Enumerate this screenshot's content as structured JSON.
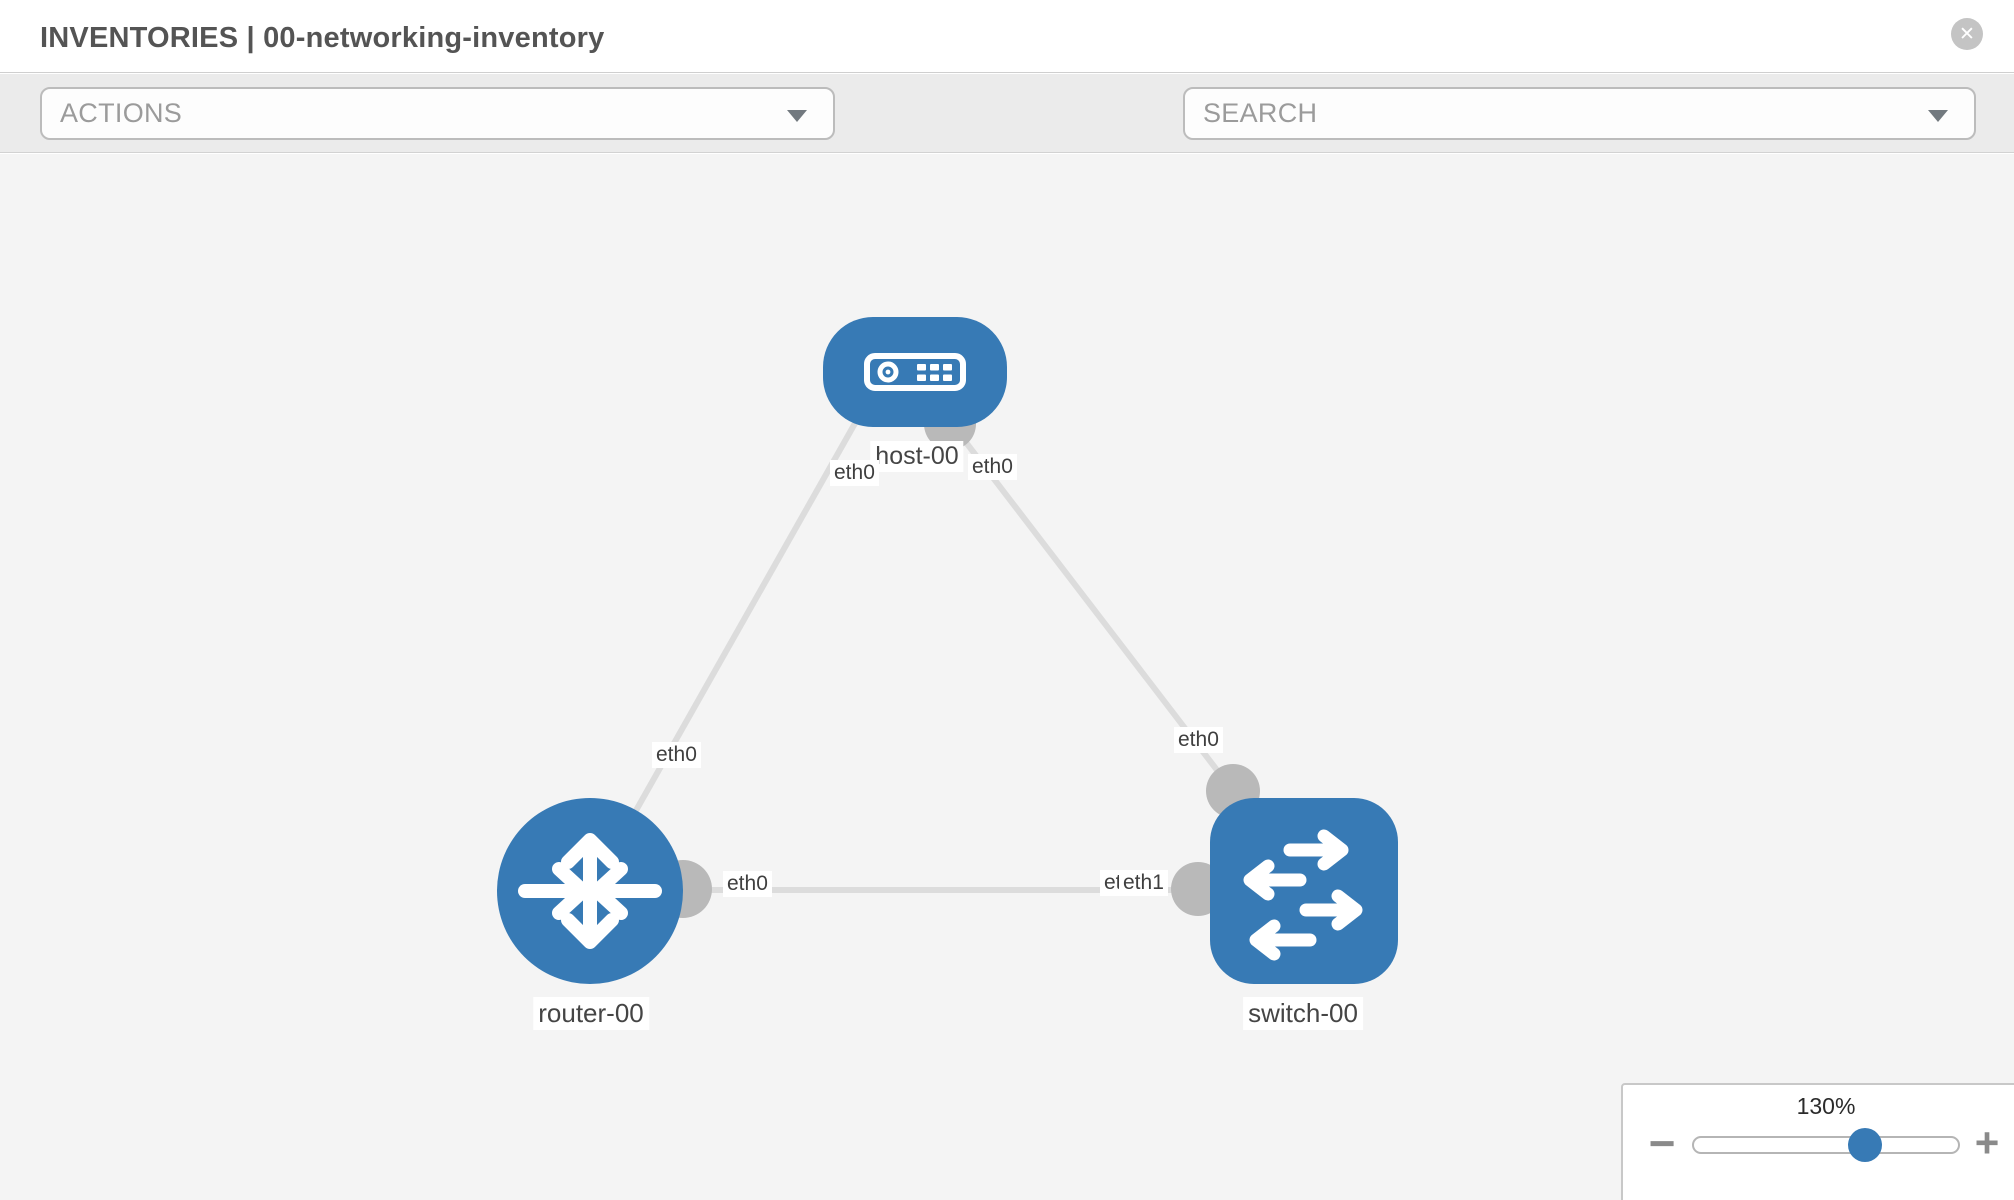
{
  "header": {
    "title": "INVENTORIES | 00-networking-inventory",
    "close_glyph": "✕"
  },
  "toolbar": {
    "actions_placeholder": "ACTIONS",
    "search_placeholder": "SEARCH",
    "icon_names": [
      "wrench-icon",
      "key-icon",
      "chevron-down-icon"
    ]
  },
  "topology": {
    "nodes": [
      {
        "label": "host-00",
        "type": "host"
      },
      {
        "label": "router-00",
        "type": "router"
      },
      {
        "label": "switch-00",
        "type": "switch"
      }
    ],
    "interfaces": [
      {
        "text": "eth0"
      },
      {
        "text": "eth0"
      },
      {
        "text": "eth0"
      },
      {
        "text": "eth0"
      },
      {
        "text": "eth0"
      },
      {
        "text": "eth0"
      },
      {
        "text": "eth1"
      }
    ],
    "colors": {
      "node_blue": "#377ab5",
      "link_gray": "#dcdcdc",
      "connector_gray": "#b9b9b9"
    }
  },
  "zoom": {
    "level": "130%",
    "minus_label": "−",
    "plus_label": "+"
  }
}
